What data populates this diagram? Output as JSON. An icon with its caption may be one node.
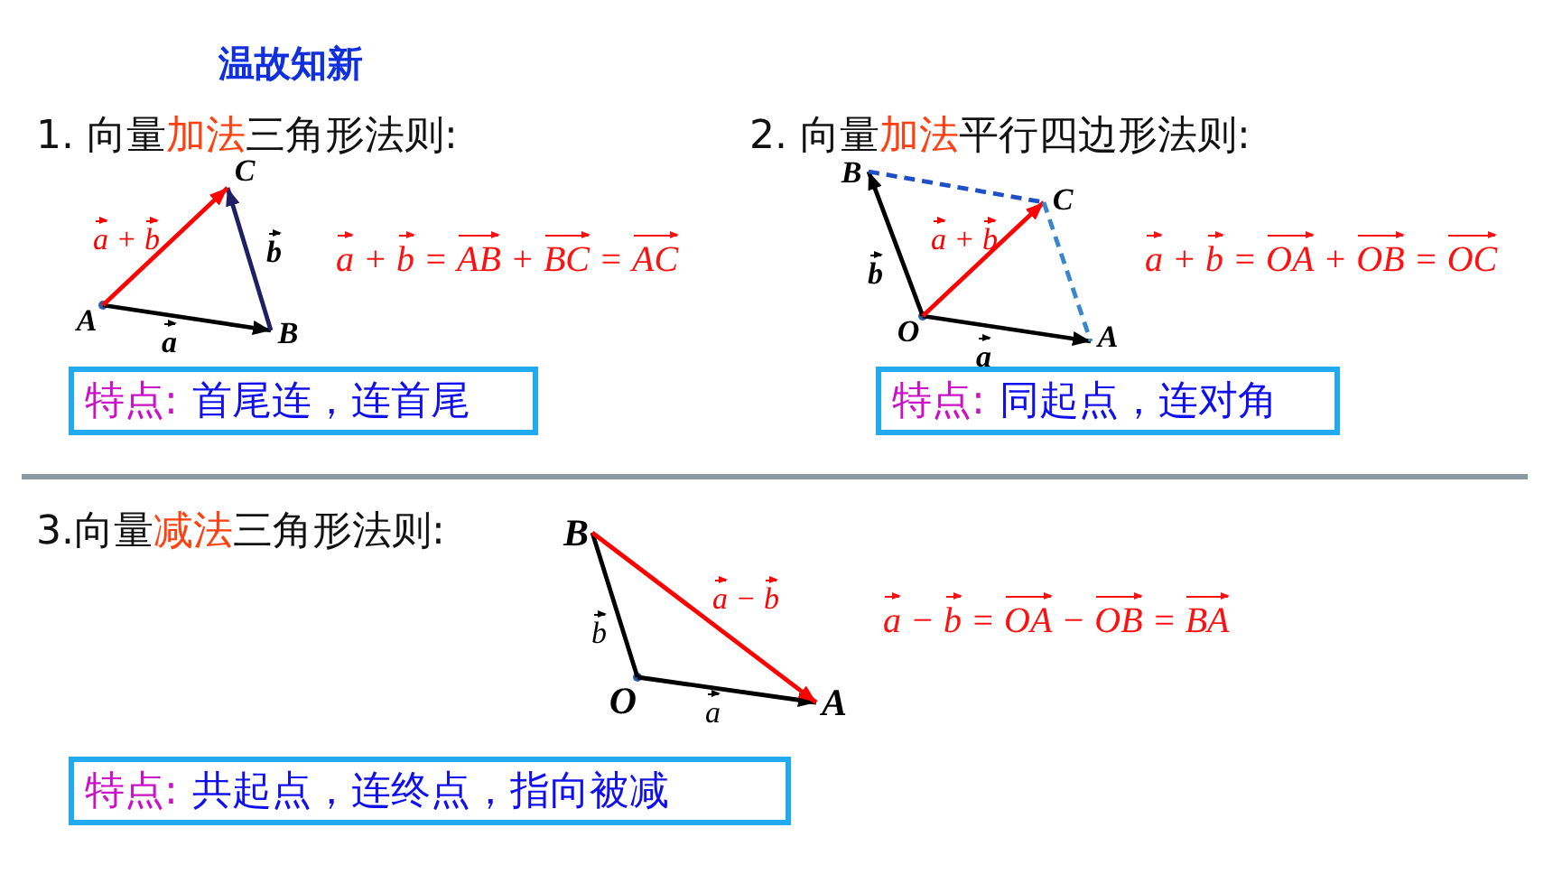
{
  "diagram": {
    "title": "温故知新",
    "nodes": [
      {
        "text": [
          "A"
        ]
      },
      {
        "text": [
          "B"
        ]
      },
      {
        "text": [
          "C"
        ]
      },
      {
        "text": [
          "特点:",
          "首尾连，连首尾"
        ]
      },
      {
        "text": [
          "O"
        ]
      },
      {
        "text": [
          "A"
        ]
      },
      {
        "text": [
          "B"
        ]
      },
      {
        "text": [
          "C"
        ]
      },
      {
        "text": [
          "特点:",
          "同起点，连对角"
        ]
      },
      {
        "text": [
          "B"
        ]
      },
      {
        "text": [
          "O"
        ]
      },
      {
        "text": [
          "A"
        ]
      },
      {
        "text": [
          "特点:",
          "共起点，连终点，指向被减"
        ]
      }
    ],
    "edges": [
      {
        "from": 0,
        "to": 1,
        "arrow": "to",
        "label": "a"
      },
      {
        "from": 1,
        "to": 2,
        "arrow": "to",
        "label": "b",
        "color": "#1f1f66"
      },
      {
        "from": 0,
        "to": 2,
        "arrow": "to",
        "label": "a + b",
        "color": "#ff0000"
      },
      {
        "from": 4,
        "to": 5,
        "arrow": "to",
        "label": "a"
      },
      {
        "from": 4,
        "to": 6,
        "arrow": "to",
        "label": "b"
      },
      {
        "from": 4,
        "to": 7,
        "arrow": "to",
        "label": "a + b",
        "color": "#ff0000"
      },
      {
        "from": 6,
        "to": 7,
        "arrow": "none",
        "style": "dashed",
        "color": "#1f4fc8"
      },
      {
        "from": 7,
        "to": 5,
        "arrow": "none",
        "style": "dashed",
        "color": "#3a86cc"
      },
      {
        "from": 10,
        "to": 9,
        "arrow": "none",
        "label": "b"
      },
      {
        "from": 10,
        "to": 11,
        "arrow": "to",
        "label": "a"
      },
      {
        "from": 9,
        "to": 11,
        "arrow": "to",
        "label": "a − b",
        "color": "#ff0000"
      }
    ],
    "labels": [
      "1. 向量加法三角形法则:",
      "2. 向量加法平行四边形法则:",
      "a + b = AB + BC = AC",
      "a + b = OA + OB = OC",
      "3.向量减法三角形法则:",
      "a − b = OA − OB = BA"
    ]
  }
}
